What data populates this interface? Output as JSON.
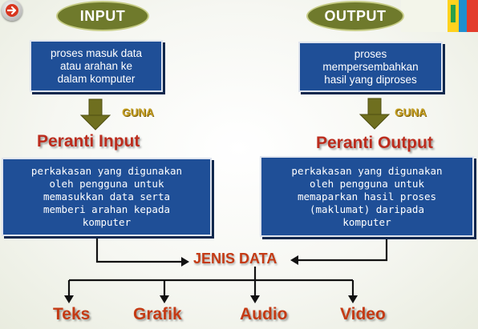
{
  "input": {
    "title": "INPUT",
    "definition": "proses masuk data\natau arahan ke\ndalam komputer",
    "guna": "GUNA",
    "heading": "Peranti Input",
    "description": "perkakasan yang digunakan\noleh pengguna untuk\nmemasukkan data serta\nmemberi arahan kepada\nkomputer"
  },
  "output": {
    "title": "OUTPUT",
    "definition": "proses\nmempersembahkan\nhasil yang diproses",
    "guna": "GUNA",
    "heading": "Peranti Output",
    "description": "perkakasan yang digunakan\noleh pengguna untuk\nmemaparkan hasil proses\n(maklumat) daripada\nkomputer"
  },
  "center": {
    "label": "JENIS DATA"
  },
  "types": [
    "Teks",
    "Grafik",
    "Audio",
    "Video"
  ],
  "colors": {
    "oval": "#6f7a2c",
    "box": "#1f4f97",
    "heading": "#bc2c1d",
    "guna": "#c6a022",
    "down_arrow": "#6f6f1f"
  },
  "icons": {
    "home_button": "arrow-right-icon"
  }
}
